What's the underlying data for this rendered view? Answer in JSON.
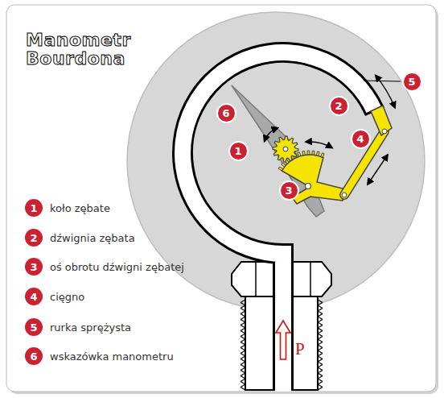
{
  "diagram": {
    "title": "Manometr Bourdona",
    "nodes": [
      {
        "text": [
          "5"
        ]
      },
      {
        "text": [
          "2"
        ]
      },
      {
        "text": [
          "6"
        ]
      },
      {
        "text": [
          "4"
        ]
      },
      {
        "text": [
          "1"
        ]
      },
      {
        "text": [
          "3"
        ]
      },
      {
        "text": [
          "1",
          "koło zębate"
        ]
      },
      {
        "text": [
          "2",
          "dźwignia zębata"
        ]
      },
      {
        "text": [
          "3",
          "oś obrotu dźwigni zębatej"
        ]
      },
      {
        "text": [
          "4",
          "cięgno"
        ]
      },
      {
        "text": [
          "5",
          "rurka sprężysta"
        ]
      },
      {
        "text": [
          "6",
          "wskazówka manometru"
        ]
      }
    ],
    "labels": [
      "P"
    ]
  }
}
